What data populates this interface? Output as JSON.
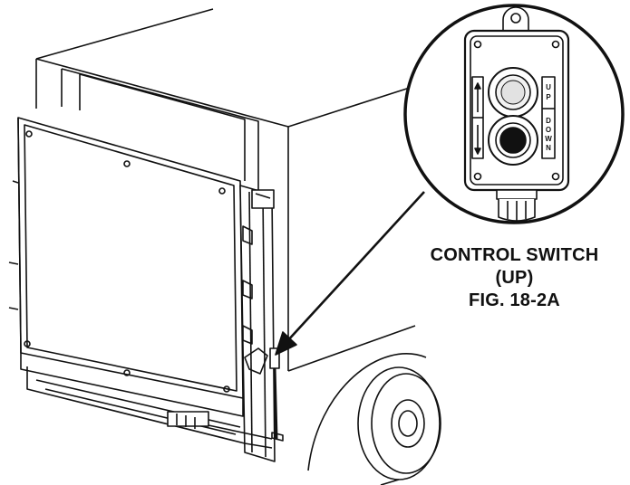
{
  "caption": {
    "line1": "CONTROL SWITCH",
    "line2": "(UP)",
    "line3": "FIG. 18-2A"
  },
  "switch_labels": {
    "up_letters": [
      "U",
      "P"
    ],
    "down_letters": [
      "D",
      "O",
      "W",
      "N"
    ]
  },
  "colors": {
    "line": "#111111",
    "background": "#ffffff",
    "down_button": "#111111"
  }
}
